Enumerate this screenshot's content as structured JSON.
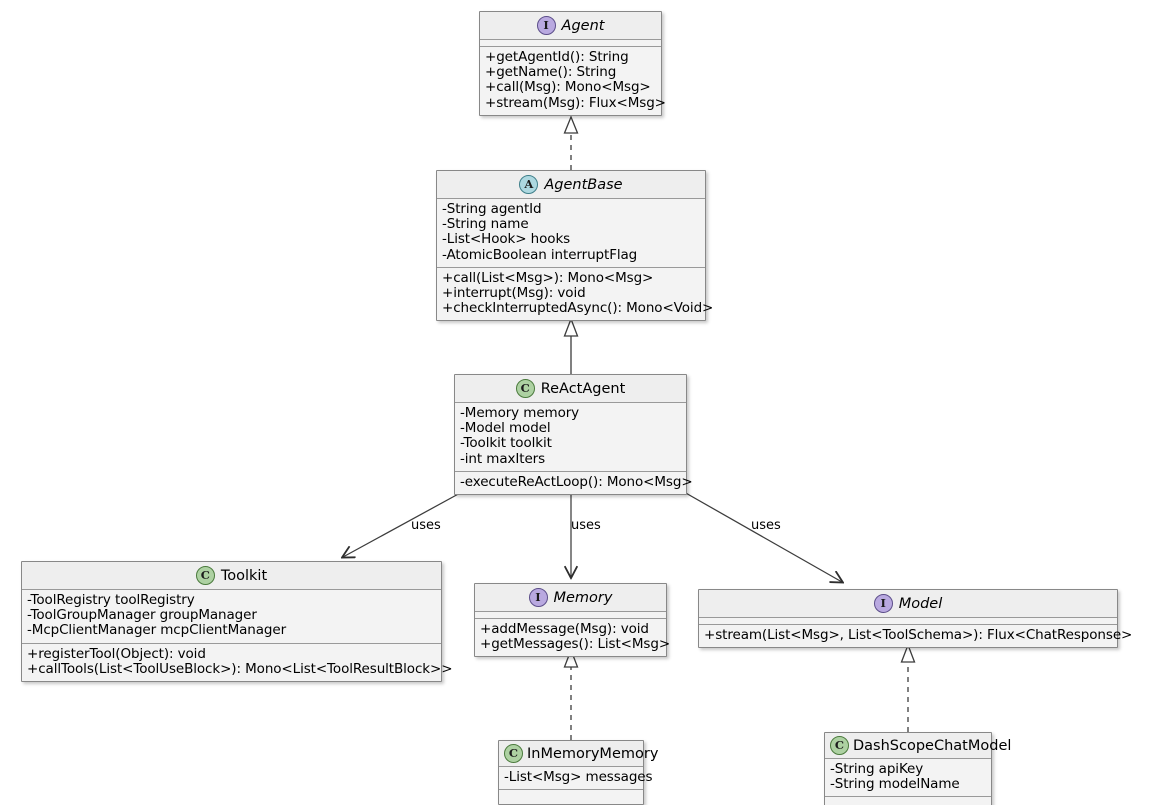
{
  "diagram": {
    "title": "Agent framework UML class diagram",
    "colors": {
      "box_fill": "#f3f3f3",
      "header_fill": "#eeeeee",
      "border": "#888888",
      "interface_icon": "#b9a9e0",
      "abstract_icon": "#add8e0",
      "class_icon": "#add1a2",
      "line": "#3c3c3c"
    }
  },
  "classes": {
    "agent": {
      "stereotype_letter": "I",
      "stereotype_kind": "interface",
      "name": "Agent",
      "attributes": [],
      "methods": [
        "+getAgentId(): String",
        "+getName(): String",
        "+call(Msg): Mono<Msg>",
        "+stream(Msg): Flux<Msg>"
      ]
    },
    "agent_base": {
      "stereotype_letter": "A",
      "stereotype_kind": "abstract",
      "name": "AgentBase",
      "attributes": [
        "-String agentId",
        "-String name",
        "-List<Hook> hooks",
        "-AtomicBoolean interruptFlag"
      ],
      "methods": [
        "+call(List<Msg>): Mono<Msg>",
        "+interrupt(Msg): void",
        "+checkInterruptedAsync(): Mono<Void>"
      ]
    },
    "react_agent": {
      "stereotype_letter": "C",
      "stereotype_kind": "class",
      "name": "ReActAgent",
      "attributes": [
        "-Memory memory",
        "-Model model",
        "-Toolkit toolkit",
        "-int maxIters"
      ],
      "methods": [
        "-executeReActLoop(): Mono<Msg>"
      ]
    },
    "toolkit": {
      "stereotype_letter": "C",
      "stereotype_kind": "class",
      "name": "Toolkit",
      "attributes": [
        "-ToolRegistry toolRegistry",
        "-ToolGroupManager groupManager",
        "-McpClientManager mcpClientManager"
      ],
      "methods": [
        "+registerTool(Object): void",
        "+callTools(List<ToolUseBlock>): Mono<List<ToolResultBlock>>"
      ]
    },
    "memory": {
      "stereotype_letter": "I",
      "stereotype_kind": "interface",
      "name": "Memory",
      "attributes": [],
      "methods": [
        "+addMessage(Msg): void",
        "+getMessages(): List<Msg>"
      ]
    },
    "model": {
      "stereotype_letter": "I",
      "stereotype_kind": "interface",
      "name": "Model",
      "attributes": [],
      "methods": [
        "+stream(List<Msg>, List<ToolSchema>): Flux<ChatResponse>"
      ]
    },
    "in_memory_memory": {
      "stereotype_letter": "C",
      "stereotype_kind": "class",
      "name": "InMemoryMemory",
      "attributes": [
        "-List<Msg> messages"
      ],
      "methods": []
    },
    "dashscope_chat_model": {
      "stereotype_letter": "C",
      "stereotype_kind": "class",
      "name": "DashScopeChatModel",
      "attributes": [
        "-String apiKey",
        "-String modelName"
      ],
      "methods": []
    }
  },
  "relationships": [
    {
      "id": "agentbase-realizes-agent",
      "from": "AgentBase",
      "to": "Agent",
      "type": "realization",
      "line_style": "dashed",
      "arrow": "hollow-triangle",
      "label": ""
    },
    {
      "id": "reactagent-extends-agentbase",
      "from": "ReActAgent",
      "to": "AgentBase",
      "type": "inheritance",
      "line_style": "solid",
      "arrow": "hollow-triangle",
      "label": ""
    },
    {
      "id": "reactagent-uses-toolkit",
      "from": "ReActAgent",
      "to": "Toolkit",
      "type": "dependency",
      "line_style": "solid",
      "arrow": "open-arrow",
      "label": "uses"
    },
    {
      "id": "reactagent-uses-memory",
      "from": "ReActAgent",
      "to": "Memory",
      "type": "dependency",
      "line_style": "solid",
      "arrow": "open-arrow",
      "label": "uses"
    },
    {
      "id": "reactagent-uses-model",
      "from": "ReActAgent",
      "to": "Model",
      "type": "dependency",
      "line_style": "solid",
      "arrow": "open-arrow",
      "label": "uses"
    },
    {
      "id": "inmemorymemory-realizes-memory",
      "from": "InMemoryMemory",
      "to": "Memory",
      "type": "realization",
      "line_style": "dashed",
      "arrow": "hollow-triangle",
      "label": ""
    },
    {
      "id": "dashscopechatmodel-realizes-model",
      "from": "DashScopeChatModel",
      "to": "Model",
      "type": "realization",
      "line_style": "dashed",
      "arrow": "hollow-triangle",
      "label": ""
    }
  ],
  "edge_labels": {
    "toolkit_uses": "uses",
    "memory_uses": "uses",
    "model_uses": "uses"
  }
}
